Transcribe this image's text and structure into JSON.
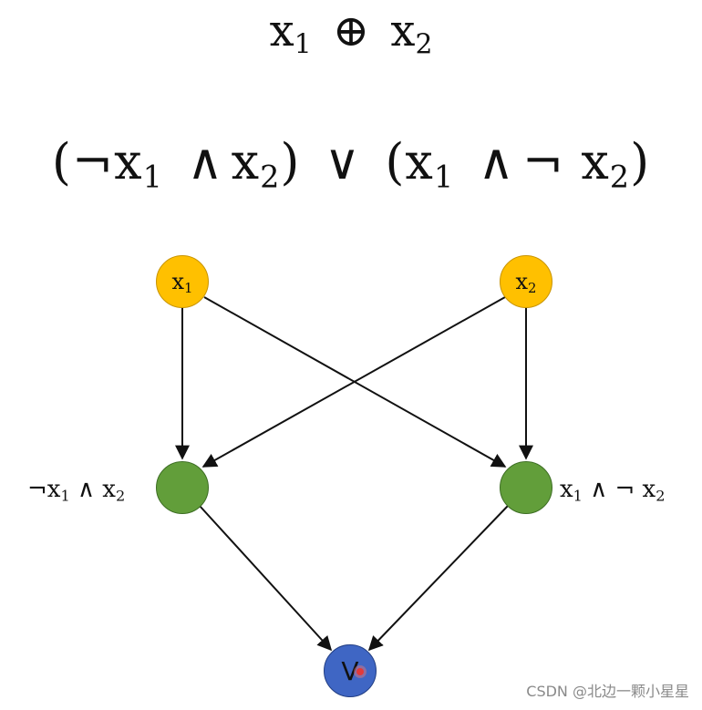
{
  "title_formula": {
    "left_var": "x",
    "left_sub": "1",
    "operator": "⊕",
    "right_var": "x",
    "right_sub": "2"
  },
  "expanded_formula": {
    "open1": "(",
    "neg1": "¬",
    "var1": "x",
    "sub1": "1",
    "and1": "∧",
    "var2": "x",
    "sub2": "2",
    "close1": ")",
    "or": "∨",
    "open2": "(",
    "var3": "x",
    "sub3": "1",
    "and2": "∧",
    "neg2": "¬",
    "var4": "x",
    "sub4": "2",
    "close2": ")"
  },
  "nodes": {
    "input1": {
      "var": "x",
      "sub": "1",
      "color": "#FFC000"
    },
    "input2": {
      "var": "x",
      "sub": "2",
      "color": "#FFC000"
    },
    "hidden_left": {
      "color": "#629E3A",
      "label_neg": "¬",
      "label_var1": "x",
      "label_sub1": "1",
      "label_and": "∧",
      "label_var2": "x",
      "label_sub2": "2"
    },
    "hidden_right": {
      "color": "#629E3A",
      "label_var1": "x",
      "label_sub1": "1",
      "label_and": "∧",
      "label_neg": "¬",
      "label_var2": "x",
      "label_sub2": "2"
    },
    "output": {
      "label": "V",
      "color": "#3F66C4"
    }
  },
  "watermark": "CSDN @北边一颗小星星"
}
